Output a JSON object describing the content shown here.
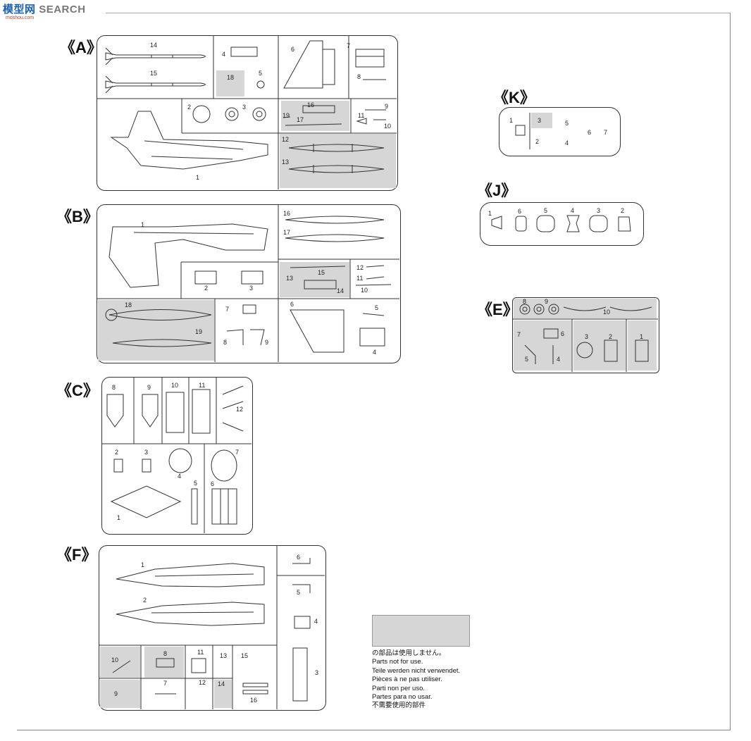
{
  "watermark": {
    "brand": "模型网",
    "suffix": "SEARCH",
    "url": "moshou.com"
  },
  "sprues": {
    "A": {
      "label": "《A》"
    },
    "B": {
      "label": "《B》"
    },
    "C": {
      "label": "《C》"
    },
    "F": {
      "label": "《F》"
    },
    "K": {
      "label": "《K》"
    },
    "J": {
      "label": "《J》"
    },
    "E": {
      "label": "《E》"
    }
  },
  "legend": {
    "lines": [
      "の部品は使用しません。",
      "Parts not for use.",
      "Teile werden nicht verwendet.",
      "Pièces à ne pas utiliser.",
      "Parti non per uso.",
      "Partes para no usar.",
      "不需要使用的部件"
    ]
  },
  "colors": {
    "unused_fill": "#d6d6d6",
    "line": "#333333"
  }
}
